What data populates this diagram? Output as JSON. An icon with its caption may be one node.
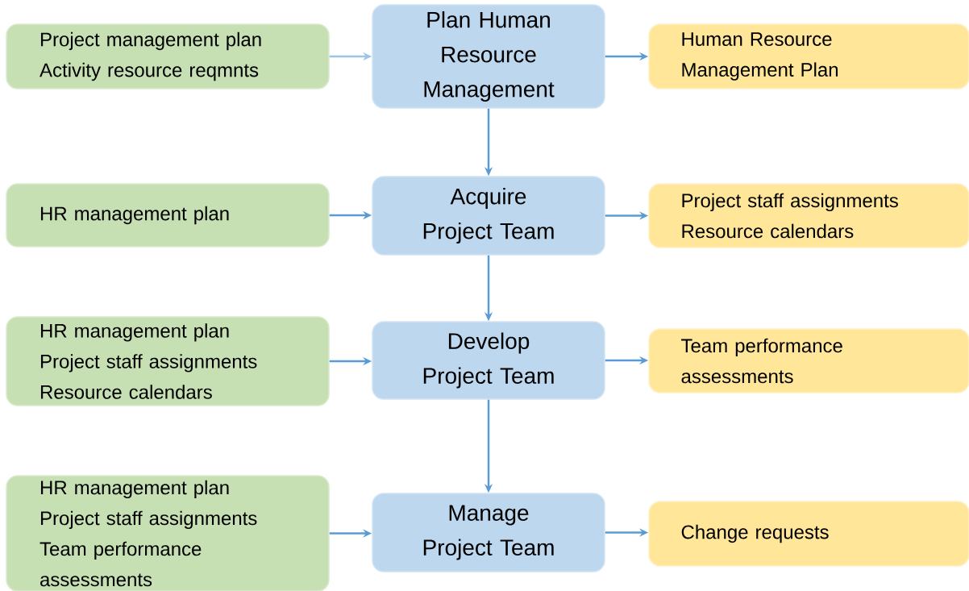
{
  "diagram": {
    "nodes": [
      {
        "text": [
          "Project management plan",
          "Activity resource reqmnts"
        ]
      },
      {
        "text": [
          "Plan Human Resource Management"
        ]
      },
      {
        "text": [
          "Human Resource",
          "Management Plan"
        ]
      },
      {
        "text": [
          "HR management plan"
        ]
      },
      {
        "text": [
          "Acquire Project Team"
        ]
      },
      {
        "text": [
          "Project staff assignments",
          "Resource calendars"
        ]
      },
      {
        "text": [
          "HR management plan",
          "Project staff assignments",
          "Resource calendars"
        ]
      },
      {
        "text": [
          "Develop Project Team"
        ]
      },
      {
        "text": [
          "Team performance assessments"
        ]
      },
      {
        "text": [
          "HR management plan",
          "Project staff assignments",
          "Team performance assessments"
        ]
      },
      {
        "text": [
          "Manage Project Team"
        ]
      },
      {
        "text": [
          "Change requests"
        ]
      }
    ],
    "edges": [
      {
        "from": 0,
        "to": 1,
        "arrow": "to",
        "color": "#9dc3e6"
      },
      {
        "from": 1,
        "to": 2,
        "arrow": "to"
      },
      {
        "from": 1,
        "to": 4,
        "arrow": "to"
      },
      {
        "from": 3,
        "to": 4,
        "arrow": "to"
      },
      {
        "from": 4,
        "to": 5,
        "arrow": "to"
      },
      {
        "from": 4,
        "to": 7,
        "arrow": "to"
      },
      {
        "from": 6,
        "to": 7,
        "arrow": "to"
      },
      {
        "from": 7,
        "to": 8,
        "arrow": "to"
      },
      {
        "from": 7,
        "to": 10,
        "arrow": "to"
      },
      {
        "from": 9,
        "to": 10,
        "arrow": "to"
      },
      {
        "from": 10,
        "to": 11,
        "arrow": "to"
      }
    ]
  }
}
